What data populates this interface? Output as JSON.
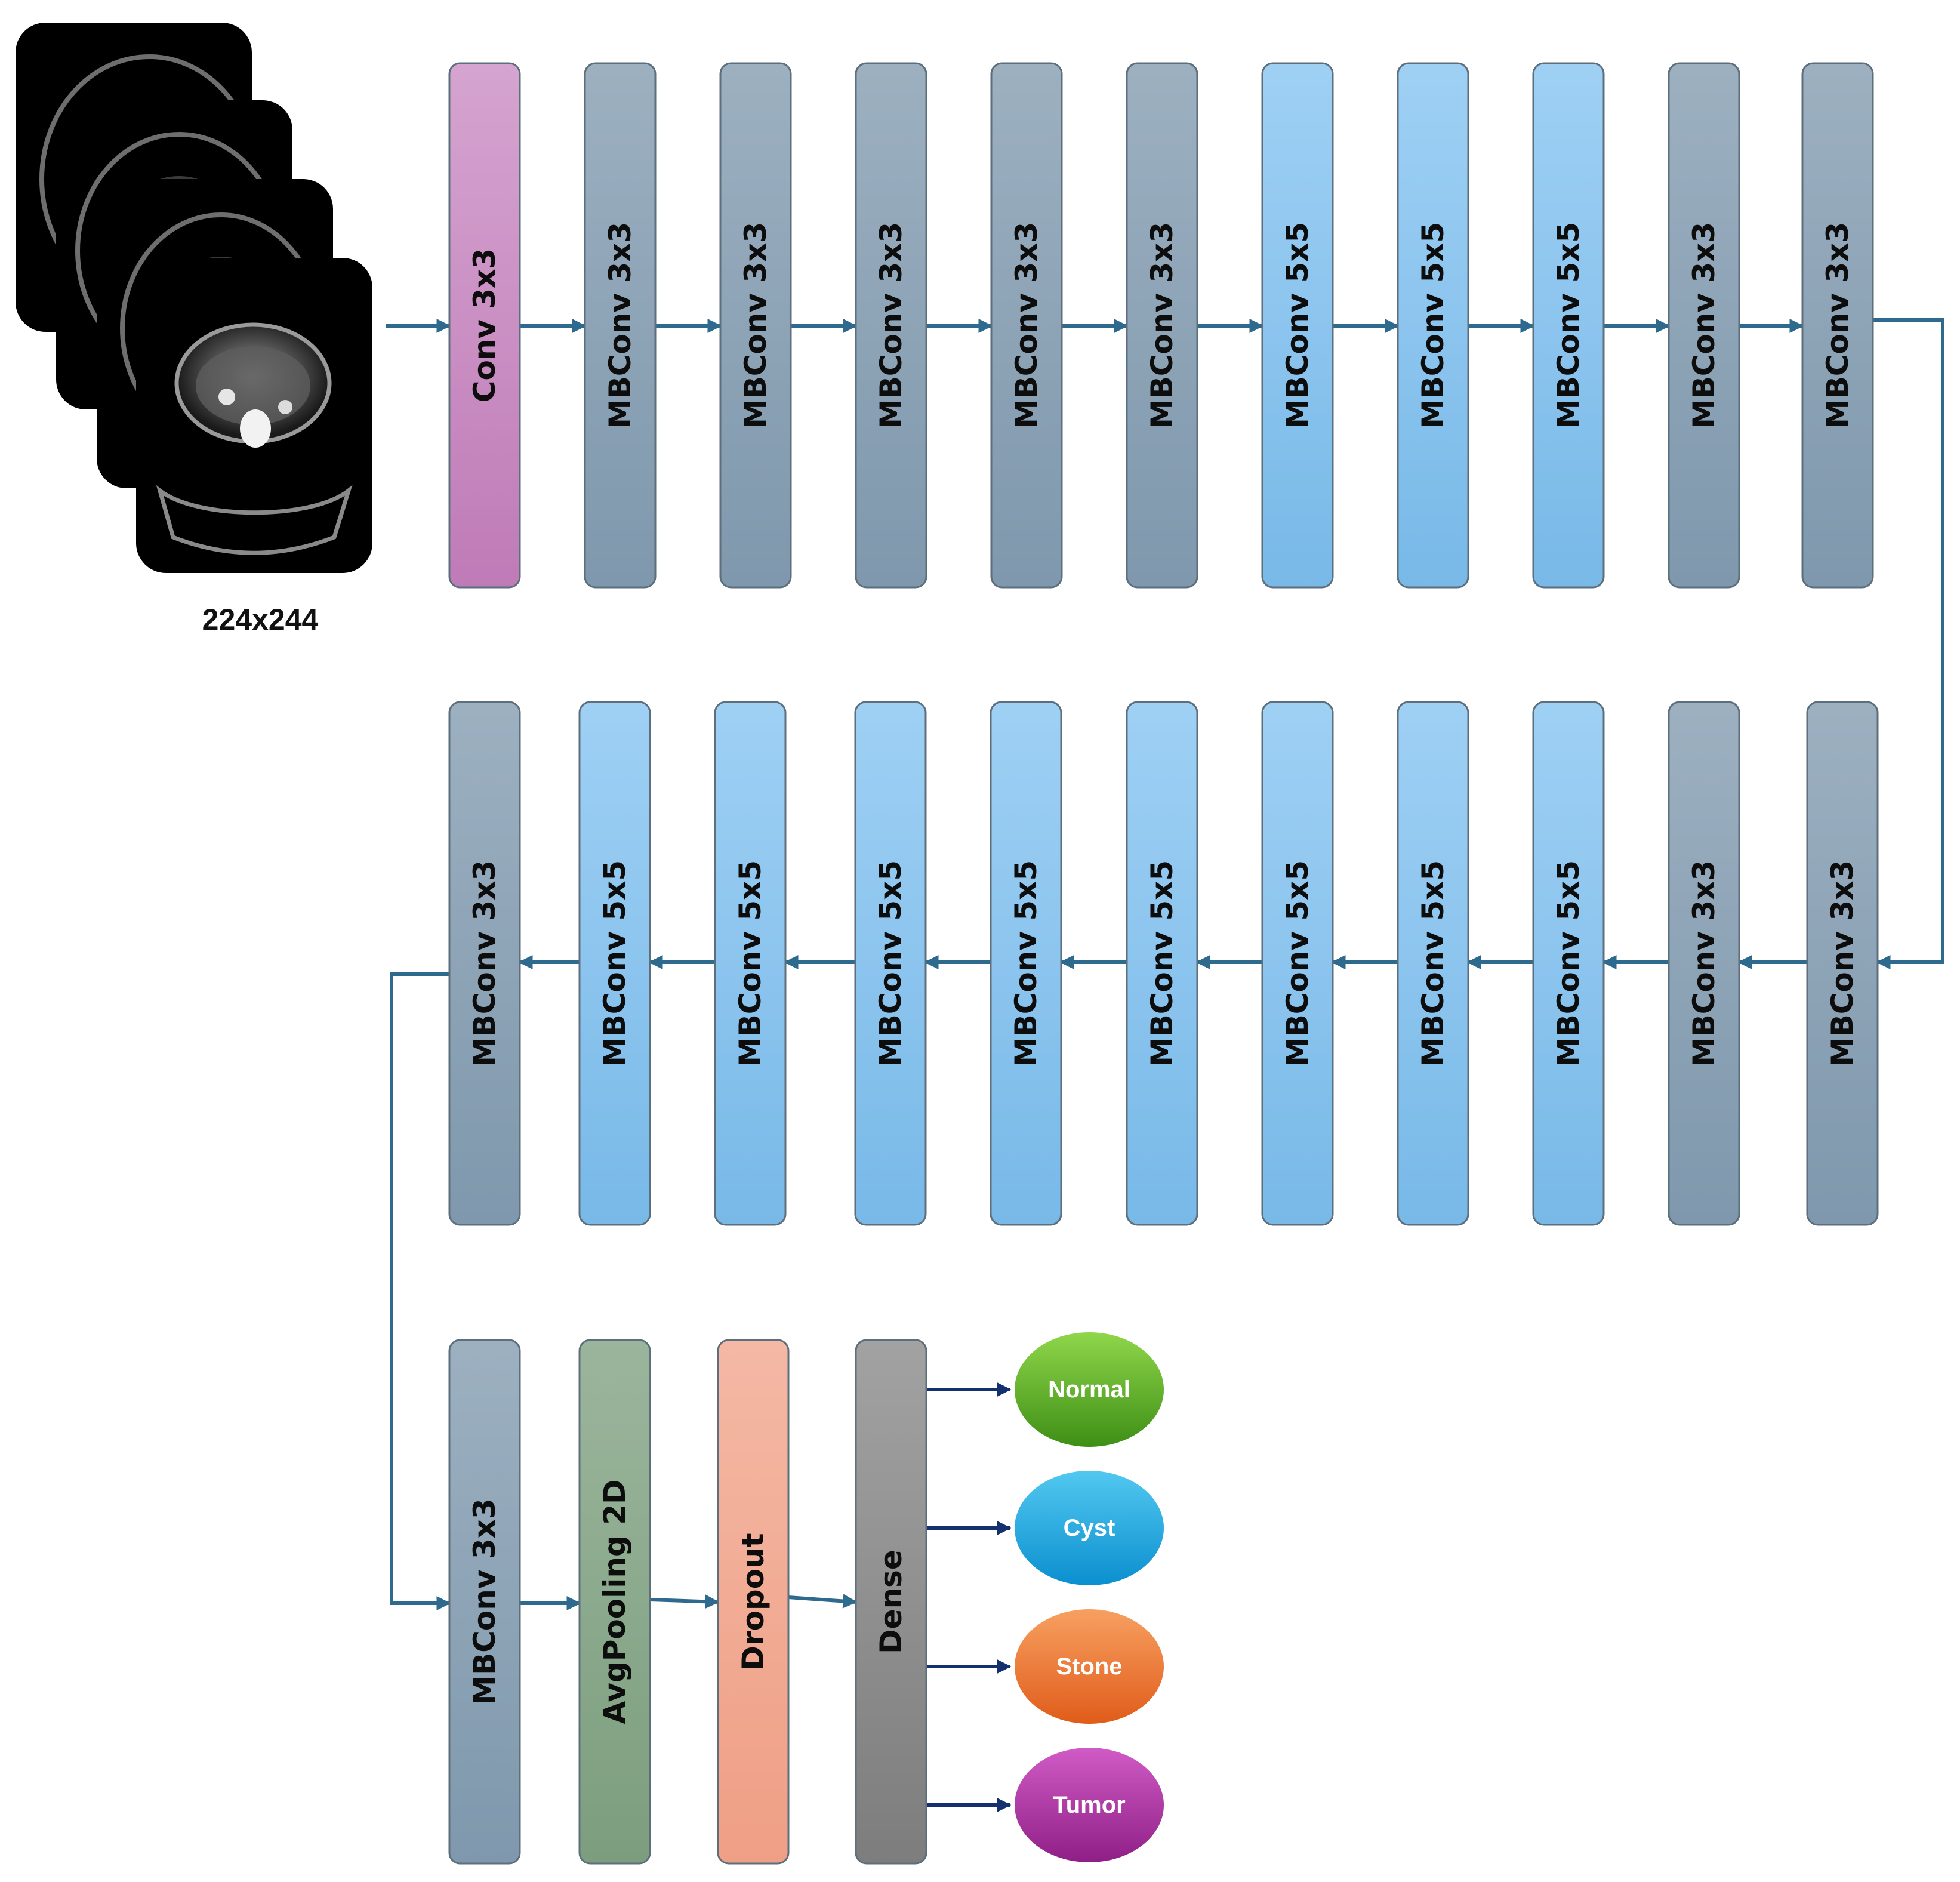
{
  "input": {
    "size_label": "224x244",
    "slice_count": 4
  },
  "row1": [
    {
      "label": "Conv 3x3",
      "kind": "conv"
    },
    {
      "label": "MBConv 3x3",
      "kind": "mb3"
    },
    {
      "label": "MBConv 3x3",
      "kind": "mb3"
    },
    {
      "label": "MBConv 3x3",
      "kind": "mb3"
    },
    {
      "label": "MBConv 3x3",
      "kind": "mb3"
    },
    {
      "label": "MBConv 3x3",
      "kind": "mb3"
    },
    {
      "label": "MBConv 5x5",
      "kind": "mb5"
    },
    {
      "label": "MBConv 5x5",
      "kind": "mb5"
    },
    {
      "label": "MBConv 5x5",
      "kind": "mb5"
    },
    {
      "label": "MBConv 3x3",
      "kind": "mb3"
    },
    {
      "label": "MBConv 3x3",
      "kind": "mb3"
    }
  ],
  "row2": [
    {
      "label": "MBConv 3x3",
      "kind": "mb3"
    },
    {
      "label": "MBConv 5x5",
      "kind": "mb5"
    },
    {
      "label": "MBConv 5x5",
      "kind": "mb5"
    },
    {
      "label": "MBConv 5x5",
      "kind": "mb5"
    },
    {
      "label": "MBConv 5x5",
      "kind": "mb5"
    },
    {
      "label": "MBConv 5x5",
      "kind": "mb5"
    },
    {
      "label": "MBConv 5x5",
      "kind": "mb5"
    },
    {
      "label": "MBConv 5x5",
      "kind": "mb5"
    },
    {
      "label": "MBConv 5x5",
      "kind": "mb5"
    },
    {
      "label": "MBConv 3x3",
      "kind": "mb3"
    },
    {
      "label": "MBConv 3x3",
      "kind": "mb3"
    }
  ],
  "row3": [
    {
      "label": "MBConv 3x3",
      "kind": "mb3"
    },
    {
      "label": "AvgPooling 2D",
      "kind": "pool"
    },
    {
      "label": "Dropout",
      "kind": "drop"
    },
    {
      "label": "Dense",
      "kind": "dense"
    }
  ],
  "outputs": [
    {
      "label": "Normal",
      "kind": "normal"
    },
    {
      "label": "Cyst",
      "kind": "cyst"
    },
    {
      "label": "Stone",
      "kind": "stone"
    },
    {
      "label": "Tumor",
      "kind": "tumor"
    }
  ],
  "colors": {
    "connector": "#2e6a8e",
    "output_arrow": "#14306e",
    "conv": [
      "#d5a4d0",
      "#bf7bb7"
    ],
    "mb3": [
      "#9cb0c0",
      "#7f98ad"
    ],
    "mb5": [
      "#9fd0f4",
      "#78b9e8"
    ],
    "pool": [
      "#9bb59c",
      "#7c9e7e"
    ],
    "drop": [
      "#f4b8a4",
      "#ef9f85"
    ],
    "dense": [
      "#a2a2a2",
      "#7d7d7d"
    ],
    "normal": [
      "#8fd64a",
      "#3e8f16"
    ],
    "cyst": [
      "#52c8f0",
      "#0b8fcf"
    ],
    "stone": [
      "#f7a061",
      "#e05c1a"
    ],
    "tumor": [
      "#d05bc6",
      "#8f1f86"
    ]
  }
}
